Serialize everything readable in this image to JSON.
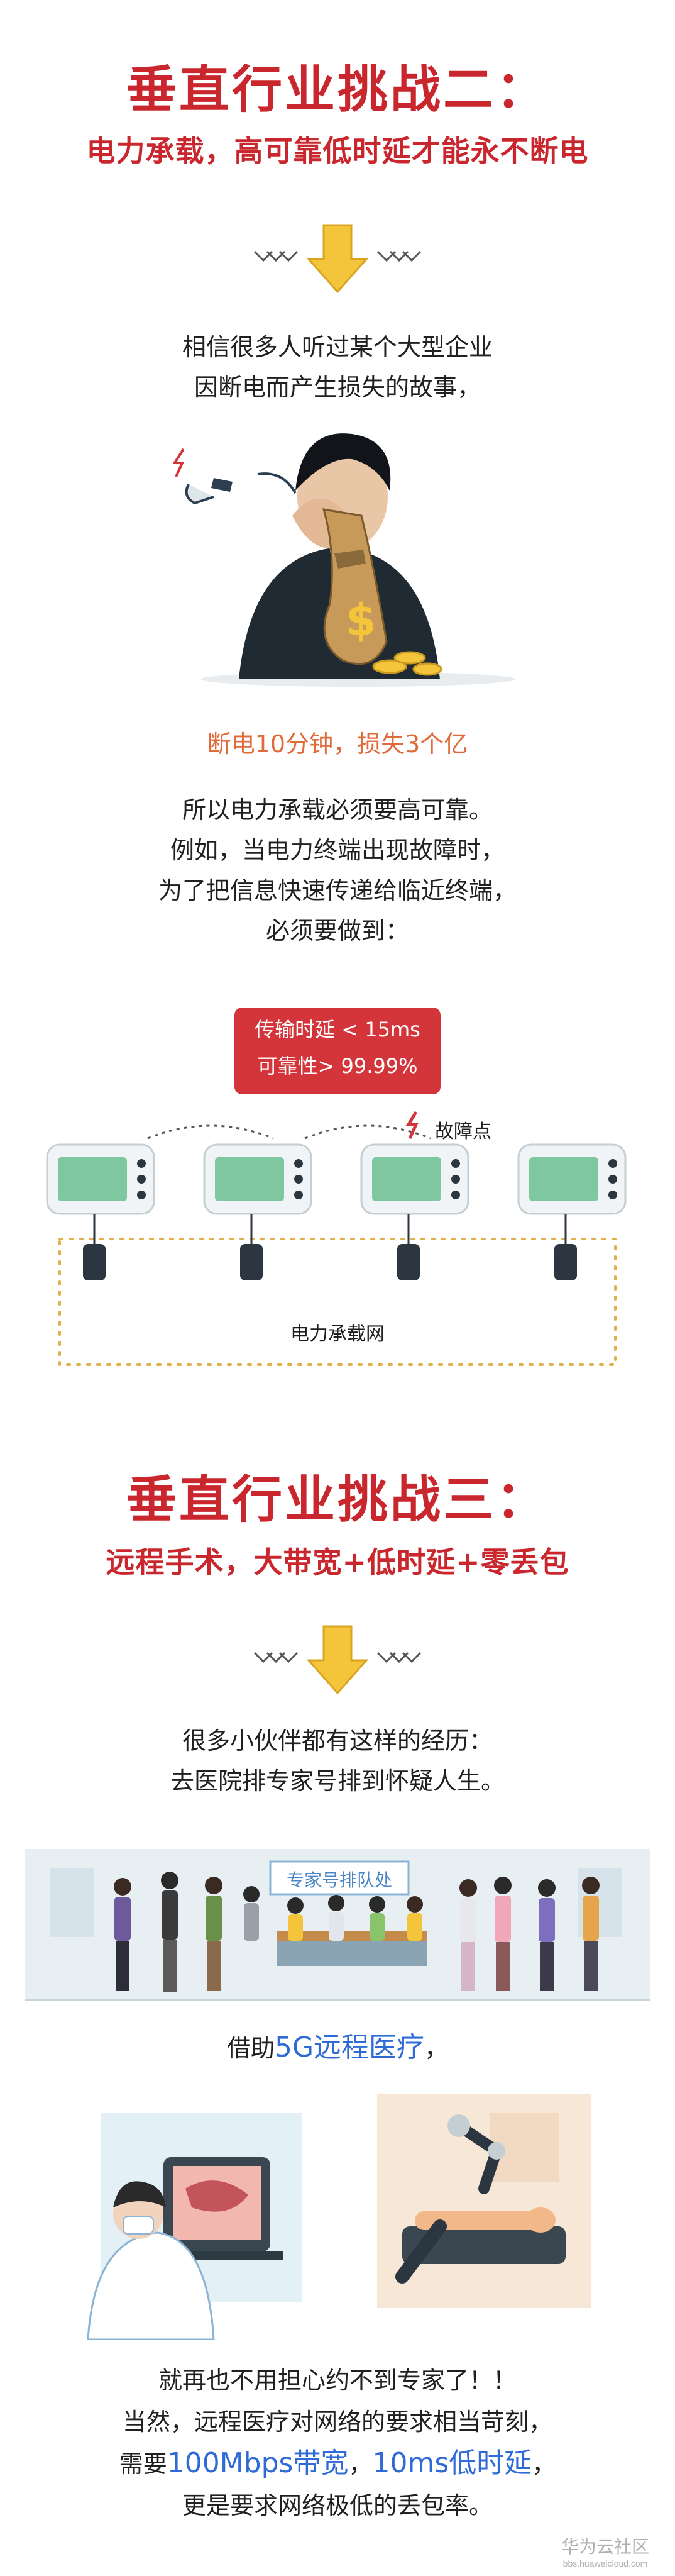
{
  "section2": {
    "title": "垂直行业挑战二：",
    "subtitle": "电力承载，高可靠低时延才能永不断电",
    "story_lines": [
      "相信很多人听过某个大型企业",
      "因断电而产生损失的故事，"
    ],
    "loss_caption": "断电10分钟，损失3个亿",
    "requirement_lines": [
      "所以电力承载必须要高可靠。",
      "例如，当电力终端出现故障时，",
      "为了把信息快速传递给临近终端，",
      "必须要做到："
    ],
    "badge_latency": "传输时延 < 15ms",
    "badge_reliability": "可靠性> 99.99%",
    "fault_label": "故障点",
    "network_label": "电力承载网"
  },
  "section3": {
    "title": "垂直行业挑战三：",
    "subtitle": "远程手术，大带宽+低时延+零丢包",
    "intro_lines": [
      "很多小伙伴都有这样的经历：",
      "去医院排专家号排到怀疑人生。"
    ],
    "queue_sign": "专家号排队处",
    "remote_prefix": "借助",
    "remote_highlight": "5G远程医疗",
    "remote_suffix": "，",
    "closing_line1": "就再也不用担心约不到专家了！！",
    "closing_line2": "当然，远程医疗对网络的要求相当苛刻，",
    "closing_prefix": "需要",
    "closing_bw": "100Mbps带宽",
    "closing_sep": "，",
    "closing_lat": "10ms低时延",
    "closing_suffix": "，",
    "closing_line4": "更是要求网络极低的丢包率。"
  },
  "watermark": {
    "name": "华为云社区",
    "url": "bbs.huaweicloud.com"
  },
  "colors": {
    "accent_red": "#c9272d",
    "arrow_yellow": "#f4c53a",
    "highlight_blue": "#2f6bd6",
    "server_green": "#7fc7a0"
  }
}
